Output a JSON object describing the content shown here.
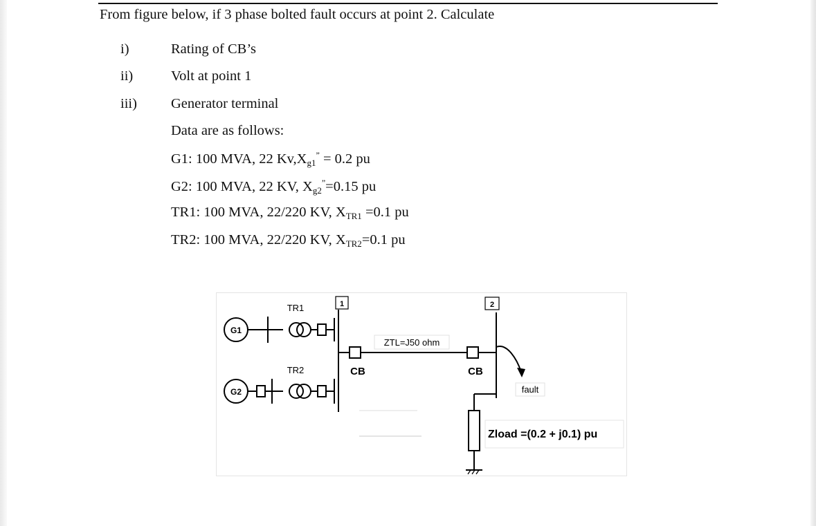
{
  "question": "From figure below, if 3 phase bolted fault occurs at point 2. Calculate",
  "items": [
    {
      "num": "i)",
      "text": "Rating of CB’s"
    },
    {
      "num": "ii)",
      "text": "Volt at point 1"
    },
    {
      "num": "iii)",
      "text": "Generator terminal"
    }
  ],
  "data_intro": "Data are as follows:",
  "data_lines": {
    "g1": {
      "prefix": "G1: 100 MVA, 22 Kv,X",
      "sub": "g1",
      "sup": "”",
      "suffix": " = 0.2 pu"
    },
    "g2": {
      "prefix": "G2: 100 MVA, 22 KV, X",
      "sub": "g2",
      "sup": "”",
      "suffix": "=0.15 pu"
    },
    "tr1": {
      "prefix": "TR1: 100 MVA, 22/220 KV, X",
      "sub": "TR1",
      "suffix": " =0.1 pu"
    },
    "tr2": {
      "prefix": "TR2: 100 MVA, 22/220 KV, X",
      "sub": "TR2",
      "suffix": "=0.1 pu"
    }
  },
  "figure": {
    "g1": "G1",
    "g2": "G2",
    "tr1": "TR1",
    "tr2": "TR2",
    "point1": "1",
    "point2": "2",
    "line": "ZTL=J50 ohm",
    "cb_left": "CB",
    "cb_right": "CB",
    "fault": "fault",
    "load": "Zload =(0.2 + j0.1) pu"
  }
}
